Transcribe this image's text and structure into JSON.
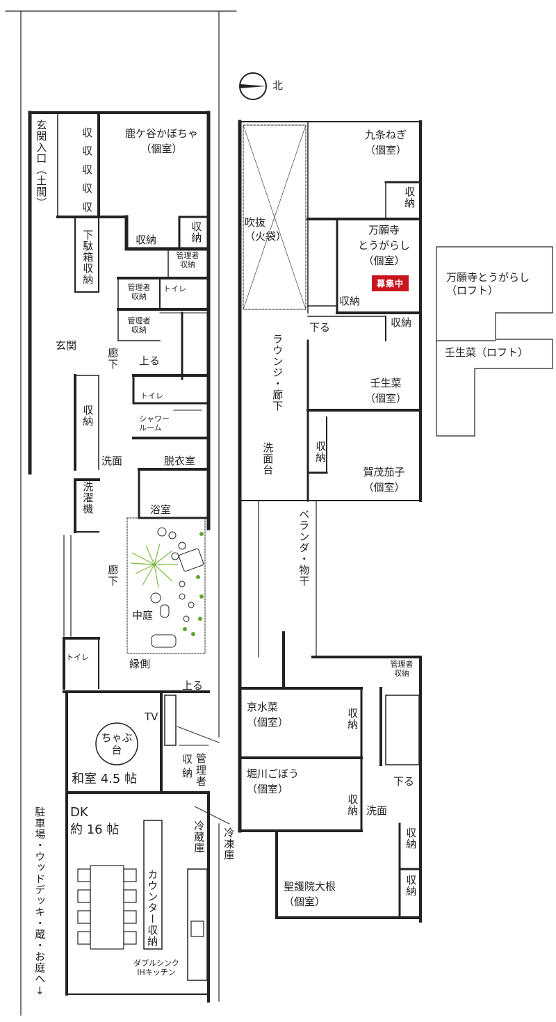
{
  "compass_label": "北",
  "rooms": {
    "shikagaya": [
      "鹿ケ谷かぼちゃ",
      "（個室）"
    ],
    "kujo": [
      "九条ねぎ",
      "（個室）"
    ],
    "manganji": [
      "万願寺",
      "とうがらし",
      "（個室）"
    ],
    "mibuna": [
      "壬生菜",
      "（個室）"
    ],
    "kamo": [
      "賀茂茄子",
      "（個室）"
    ],
    "kyomizuna": [
      "京水菜",
      "（個室）"
    ],
    "horikawa": [
      "堀川ごぼう",
      "（個室）"
    ],
    "shogoin": [
      "聖護院大根",
      "（個室）"
    ]
  },
  "recruiting_badge": "募集中",
  "loft": {
    "manganji": [
      "万願寺とうがらし",
      "（ロフト）"
    ],
    "mibuna": "壬生菜（ロフト）"
  },
  "labels": {
    "entrance_vertical": "玄関入口（土間）",
    "shu": "収",
    "storage": "収納",
    "storage_v": "収納",
    "shoe_storage": "下駄箱収納",
    "manager_storage": [
      "管理者",
      "収納"
    ],
    "toilet": "トイレ",
    "genkan": "玄関",
    "rouka": "廊下",
    "noboru": "上る",
    "kudaru": "下る",
    "shower": [
      "シャワー",
      "ルーム"
    ],
    "senmen": "洗面",
    "datsuishitsu": "脱衣室",
    "washer": "洗濯機",
    "bath": "浴室",
    "nakaniwa": "中庭",
    "engawa": "縁側",
    "tv": "TV",
    "chabudai": [
      "ちゃぶ",
      "台"
    ],
    "washitsu": "和室 4.5 帖",
    "manager_storage_v": [
      "収",
      "納"
    ],
    "manager_v": [
      "管",
      "理",
      "者"
    ],
    "dk": [
      "DK",
      "約 16 帖"
    ],
    "counter_storage": "カウンター収納",
    "fridge": "冷蔵庫",
    "freezer": "冷凍庫",
    "kitchen": [
      "ダブルシンク",
      "IHキッチン"
    ],
    "parking": "駐車場・ウッドデッキ・蔵・お庭へ↓",
    "fukinuke": [
      "吹抜",
      "（火袋）"
    ],
    "lounge": "ラウンジ・廊下",
    "senmendai": "洗面台",
    "veranda": "ベランダ・物干"
  }
}
